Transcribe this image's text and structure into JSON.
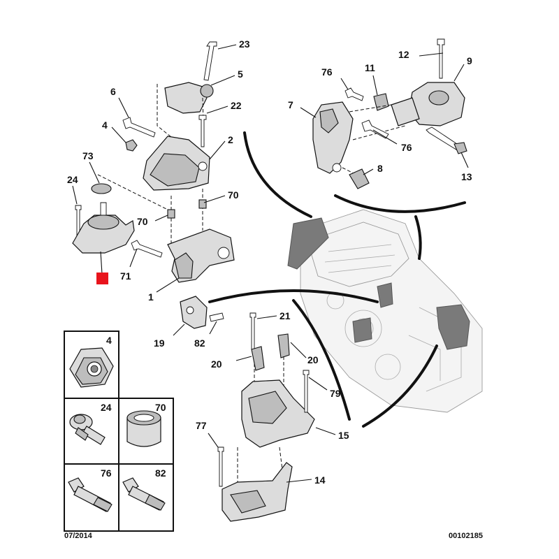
{
  "callouts": {
    "c23": "23",
    "c5": "5",
    "c6": "6",
    "c22": "22",
    "c4": "4",
    "c2": "2",
    "c73": "73",
    "c24": "24",
    "c70a": "70",
    "c70b": "70",
    "c71": "71",
    "c1": "1",
    "c12": "12",
    "c9": "9",
    "c76a": "76",
    "c11": "11",
    "c7": "7",
    "c76b": "76",
    "c8": "8",
    "c13": "13",
    "c21": "21",
    "c19": "19",
    "c82": "82",
    "c20a": "20",
    "c20b": "20",
    "c79": "79",
    "c77": "77",
    "c15": "15",
    "c14": "14"
  },
  "legend": {
    "items": [
      {
        "ref": "4"
      },
      {
        "ref": "24"
      },
      {
        "ref": "70"
      },
      {
        "ref": "76"
      },
      {
        "ref": "82"
      }
    ]
  },
  "footer": {
    "date": "07/2014",
    "code": "00102185"
  },
  "colors": {
    "marker_red": "#e8141c",
    "ink": "#111111"
  }
}
